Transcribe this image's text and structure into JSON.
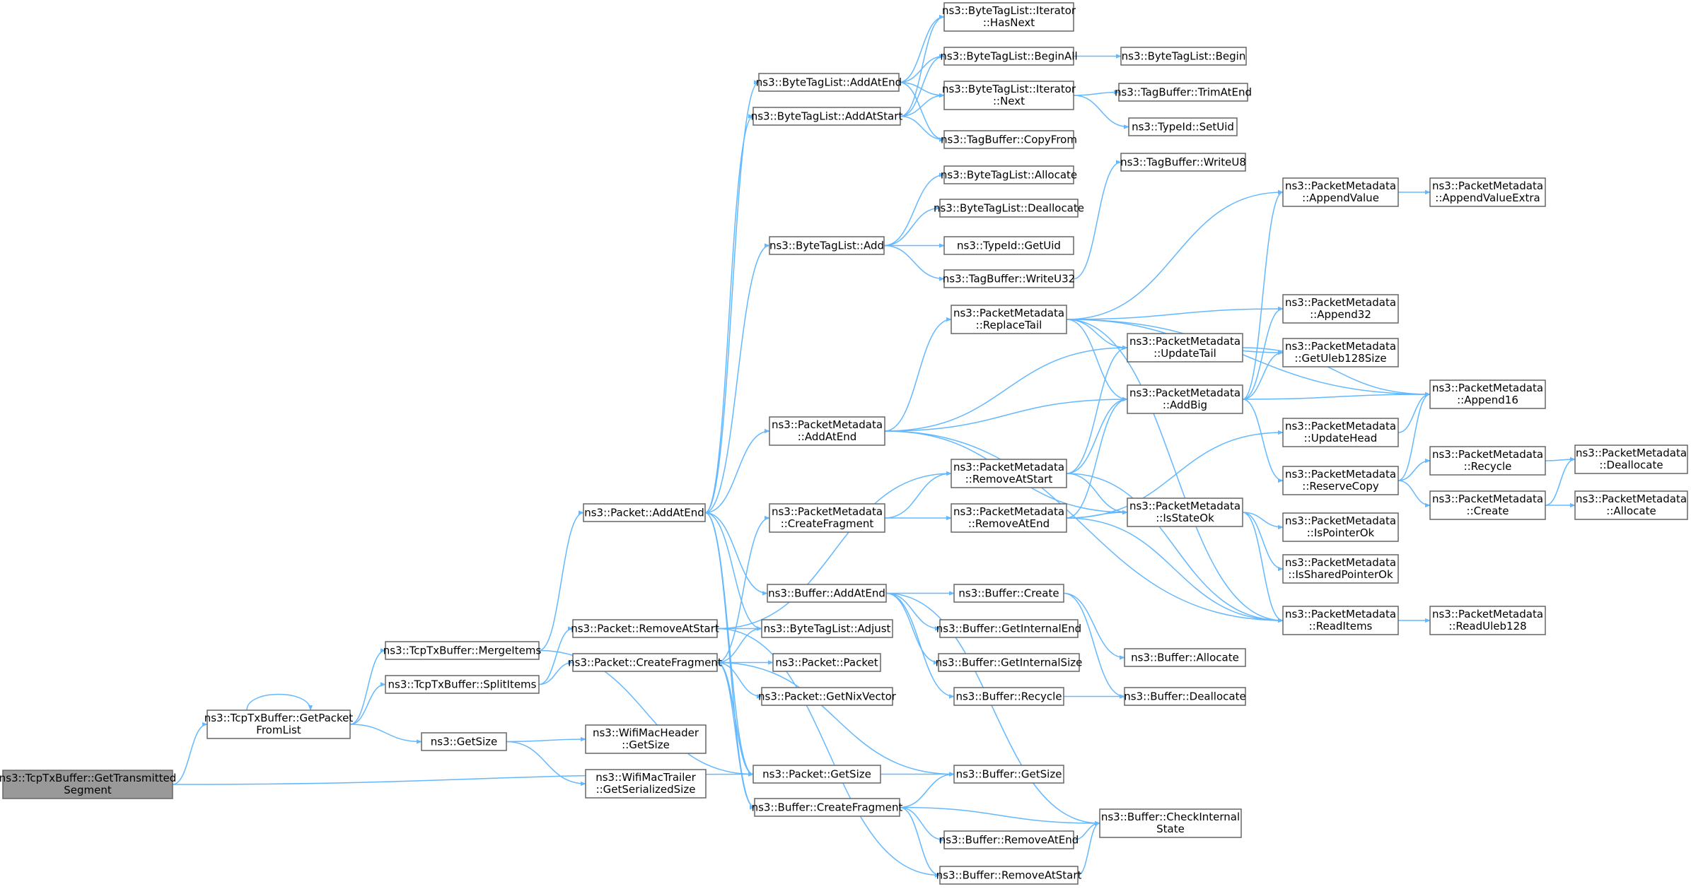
{
  "diagram": {
    "type": "call-graph",
    "edge_color": "#63b8ff",
    "root_fill": "#999999",
    "nodes": [
      {
        "id": "root",
        "lines": [
          "ns3::TcpTxBuffer::GetTransmitted",
          "Segment"
        ]
      },
      {
        "id": "gpfl",
        "lines": [
          "ns3::TcpTxBuffer::GetPacket",
          "FromList"
        ]
      },
      {
        "id": "psize",
        "lines": [
          "ns3::Packet::GetSize"
        ]
      },
      {
        "id": "merge",
        "lines": [
          "ns3::TcpTxBuffer::MergeItems"
        ]
      },
      {
        "id": "split",
        "lines": [
          "ns3::TcpTxBuffer::SplitItems"
        ]
      },
      {
        "id": "getsize",
        "lines": [
          "ns3::GetSize"
        ]
      },
      {
        "id": "addatend",
        "lines": [
          "ns3::Packet::AddAtEnd"
        ]
      },
      {
        "id": "removeatstart",
        "lines": [
          "ns3::Packet::RemoveAtStart"
        ]
      },
      {
        "id": "createfrag",
        "lines": [
          "ns3::Packet::CreateFragment"
        ]
      },
      {
        "id": "wmh",
        "lines": [
          "ns3::WifiMacHeader",
          "::GetSize"
        ]
      },
      {
        "id": "wmt",
        "lines": [
          "ns3::WifiMacTrailer",
          "::GetSerializedSize"
        ]
      },
      {
        "id": "btl_addatend",
        "lines": [
          "ns3::ByteTagList::AddAtEnd"
        ]
      },
      {
        "id": "btl_addatstart",
        "lines": [
          "ns3::ByteTagList::AddAtStart"
        ]
      },
      {
        "id": "btl_add",
        "lines": [
          "ns3::ByteTagList::Add"
        ]
      },
      {
        "id": "pm_addatend",
        "lines": [
          "ns3::PacketMetadata",
          "::AddAtEnd"
        ]
      },
      {
        "id": "pm_createfrag",
        "lines": [
          "ns3::PacketMetadata",
          "::CreateFragment"
        ]
      },
      {
        "id": "buf_addatend",
        "lines": [
          "ns3::Buffer::AddAtEnd"
        ]
      },
      {
        "id": "btl_adjust",
        "lines": [
          "ns3::ByteTagList::Adjust"
        ]
      },
      {
        "id": "packet",
        "lines": [
          "ns3::Packet::Packet"
        ]
      },
      {
        "id": "getnix",
        "lines": [
          "ns3::Packet::GetNixVector"
        ]
      },
      {
        "id": "buf_createfrag",
        "lines": [
          "ns3::Buffer::CreateFragment"
        ]
      },
      {
        "id": "hasnext",
        "lines": [
          "ns3::ByteTagList::Iterator",
          "::HasNext"
        ]
      },
      {
        "id": "beginall",
        "lines": [
          "ns3::ByteTagList::BeginAll"
        ]
      },
      {
        "id": "iter_next",
        "lines": [
          "ns3::ByteTagList::Iterator",
          "::Next"
        ]
      },
      {
        "id": "copyfrom",
        "lines": [
          "ns3::TagBuffer::CopyFrom"
        ]
      },
      {
        "id": "btl_allocate",
        "lines": [
          "ns3::ByteTagList::Allocate"
        ]
      },
      {
        "id": "btl_deallocate",
        "lines": [
          "ns3::ByteTagList::Deallocate"
        ]
      },
      {
        "id": "typeid_getuid",
        "lines": [
          "ns3::TypeId::GetUid"
        ]
      },
      {
        "id": "writeu32",
        "lines": [
          "ns3::TagBuffer::WriteU32"
        ]
      },
      {
        "id": "replacetail",
        "lines": [
          "ns3::PacketMetadata",
          "::ReplaceTail"
        ]
      },
      {
        "id": "pm_removeatstart",
        "lines": [
          "ns3::PacketMetadata",
          "::RemoveAtStart"
        ]
      },
      {
        "id": "pm_removeatend",
        "lines": [
          "ns3::PacketMetadata",
          "::RemoveAtEnd"
        ]
      },
      {
        "id": "buf_create",
        "lines": [
          "ns3::Buffer::Create"
        ]
      },
      {
        "id": "buf_getinternalend",
        "lines": [
          "ns3::Buffer::GetInternalEnd"
        ]
      },
      {
        "id": "buf_getinternalsize",
        "lines": [
          "ns3::Buffer::GetInternalSize"
        ]
      },
      {
        "id": "buf_recycle",
        "lines": [
          "ns3::Buffer::Recycle"
        ]
      },
      {
        "id": "buf_getsize",
        "lines": [
          "ns3::Buffer::GetSize"
        ]
      },
      {
        "id": "buf_removeatend",
        "lines": [
          "ns3::Buffer::RemoveAtEnd"
        ]
      },
      {
        "id": "buf_removeatstart",
        "lines": [
          "ns3::Buffer::RemoveAtStart"
        ]
      },
      {
        "id": "btl_begin",
        "lines": [
          "ns3::ByteTagList::Begin"
        ]
      },
      {
        "id": "trimatend",
        "lines": [
          "ns3::TagBuffer::TrimAtEnd"
        ]
      },
      {
        "id": "setuid",
        "lines": [
          "ns3::TypeId::SetUid"
        ]
      },
      {
        "id": "writeu8",
        "lines": [
          "ns3::TagBuffer::WriteU8"
        ]
      },
      {
        "id": "updatetail",
        "lines": [
          "ns3::PacketMetadata",
          "::UpdateTail"
        ]
      },
      {
        "id": "addbig",
        "lines": [
          "ns3::PacketMetadata",
          "::AddBig"
        ]
      },
      {
        "id": "isstateok",
        "lines": [
          "ns3::PacketMetadata",
          "::IsStateOk"
        ]
      },
      {
        "id": "buf_allocate",
        "lines": [
          "ns3::Buffer::Allocate"
        ]
      },
      {
        "id": "buf_deallocate",
        "lines": [
          "ns3::Buffer::Deallocate"
        ]
      },
      {
        "id": "checkinternal",
        "lines": [
          "ns3::Buffer::CheckInternal",
          "State"
        ]
      },
      {
        "id": "appendvalue",
        "lines": [
          "ns3::PacketMetadata",
          "::AppendValue"
        ]
      },
      {
        "id": "append32",
        "lines": [
          "ns3::PacketMetadata",
          "::Append32"
        ]
      },
      {
        "id": "getuleb",
        "lines": [
          "ns3::PacketMetadata",
          "::GetUleb128Size"
        ]
      },
      {
        "id": "updatehead",
        "lines": [
          "ns3::PacketMetadata",
          "::UpdateHead"
        ]
      },
      {
        "id": "reservecopy",
        "lines": [
          "ns3::PacketMetadata",
          "::ReserveCopy"
        ]
      },
      {
        "id": "ispointerok",
        "lines": [
          "ns3::PacketMetadata",
          "::IsPointerOk"
        ]
      },
      {
        "id": "issharedpointerok",
        "lines": [
          "ns3::PacketMetadata",
          "::IsSharedPointerOk"
        ]
      },
      {
        "id": "readitems",
        "lines": [
          "ns3::PacketMetadata",
          "::ReadItems"
        ]
      },
      {
        "id": "appendvalueextra",
        "lines": [
          "ns3::PacketMetadata",
          "::AppendValueExtra"
        ]
      },
      {
        "id": "append16",
        "lines": [
          "ns3::PacketMetadata",
          "::Append16"
        ]
      },
      {
        "id": "pm_recycle",
        "lines": [
          "ns3::PacketMetadata",
          "::Recycle"
        ]
      },
      {
        "id": "pm_create",
        "lines": [
          "ns3::PacketMetadata",
          "::Create"
        ]
      },
      {
        "id": "readuleb",
        "lines": [
          "ns3::PacketMetadata",
          "::ReadUleb128"
        ]
      },
      {
        "id": "pm_deallocate",
        "lines": [
          "ns3::PacketMetadata",
          "::Deallocate"
        ]
      },
      {
        "id": "pm_allocate",
        "lines": [
          "ns3::PacketMetadata",
          "::Allocate"
        ]
      }
    ],
    "edges": [
      [
        "root",
        "gpfl"
      ],
      [
        "root",
        "psize"
      ],
      [
        "gpfl",
        "gpfl"
      ],
      [
        "gpfl",
        "merge"
      ],
      [
        "gpfl",
        "split"
      ],
      [
        "gpfl",
        "getsize"
      ],
      [
        "merge",
        "addatend"
      ],
      [
        "merge",
        "psize"
      ],
      [
        "split",
        "removeatstart"
      ],
      [
        "split",
        "createfrag"
      ],
      [
        "getsize",
        "wmh"
      ],
      [
        "getsize",
        "wmt"
      ],
      [
        "addatend",
        "btl_addatend"
      ],
      [
        "addatend",
        "btl_addatstart"
      ],
      [
        "addatend",
        "btl_add"
      ],
      [
        "addatend",
        "pm_addatend"
      ],
      [
        "addatend",
        "buf_addatend"
      ],
      [
        "addatend",
        "btl_adjust"
      ],
      [
        "addatend",
        "psize"
      ],
      [
        "addatend",
        "buf_createfrag"
      ],
      [
        "removeatstart",
        "btl_adjust"
      ],
      [
        "removeatstart",
        "pm_removeatstart"
      ],
      [
        "removeatstart",
        "buf_removeatstart"
      ],
      [
        "createfrag",
        "btl_adjust"
      ],
      [
        "createfrag",
        "pm_createfrag"
      ],
      [
        "createfrag",
        "packet"
      ],
      [
        "createfrag",
        "getnix"
      ],
      [
        "createfrag",
        "buf_createfrag"
      ],
      [
        "createfrag",
        "psize"
      ],
      [
        "createfrag",
        "buf_getsize"
      ],
      [
        "btl_addatend",
        "hasnext"
      ],
      [
        "btl_addatend",
        "beginall"
      ],
      [
        "btl_addatend",
        "iter_next"
      ],
      [
        "btl_addatend",
        "copyfrom"
      ],
      [
        "btl_addatstart",
        "hasnext"
      ],
      [
        "btl_addatstart",
        "beginall"
      ],
      [
        "btl_addatstart",
        "iter_next"
      ],
      [
        "btl_addatstart",
        "copyfrom"
      ],
      [
        "beginall",
        "btl_begin"
      ],
      [
        "iter_next",
        "trimatend"
      ],
      [
        "iter_next",
        "setuid"
      ],
      [
        "btl_add",
        "btl_allocate"
      ],
      [
        "btl_add",
        "btl_deallocate"
      ],
      [
        "btl_add",
        "typeid_getuid"
      ],
      [
        "btl_add",
        "writeu32"
      ],
      [
        "writeu32",
        "writeu8"
      ],
      [
        "pm_addatend",
        "replacetail"
      ],
      [
        "pm_addatend",
        "updatetail"
      ],
      [
        "pm_addatend",
        "addbig"
      ],
      [
        "pm_addatend",
        "isstateok"
      ],
      [
        "pm_addatend",
        "readitems"
      ],
      [
        "pm_createfrag",
        "pm_removeatstart"
      ],
      [
        "pm_createfrag",
        "pm_removeatend"
      ],
      [
        "replacetail",
        "appendvalue"
      ],
      [
        "replacetail",
        "append16"
      ],
      [
        "replacetail",
        "append32"
      ],
      [
        "replacetail",
        "getuleb"
      ],
      [
        "replacetail",
        "updatetail"
      ],
      [
        "replacetail",
        "addbig"
      ],
      [
        "replacetail",
        "readitems"
      ],
      [
        "pm_removeatstart",
        "updatetail"
      ],
      [
        "pm_removeatstart",
        "addbig"
      ],
      [
        "pm_removeatstart",
        "isstateok"
      ],
      [
        "pm_removeatstart",
        "readitems"
      ],
      [
        "pm_removeatend",
        "addbig"
      ],
      [
        "pm_removeatend",
        "updatehead"
      ],
      [
        "pm_removeatend",
        "isstateok"
      ],
      [
        "pm_removeatend",
        "readitems"
      ],
      [
        "updatetail",
        "append16"
      ],
      [
        "addbig",
        "appendvalue"
      ],
      [
        "addbig",
        "append32"
      ],
      [
        "addbig",
        "getuleb"
      ],
      [
        "addbig",
        "append16"
      ],
      [
        "addbig",
        "reservecopy"
      ],
      [
        "isstateok",
        "ispointerok"
      ],
      [
        "isstateok",
        "issharedpointerok"
      ],
      [
        "isstateok",
        "readitems"
      ],
      [
        "appendvalue",
        "appendvalueextra"
      ],
      [
        "updatehead",
        "append16"
      ],
      [
        "reservecopy",
        "append16"
      ],
      [
        "reservecopy",
        "pm_recycle"
      ],
      [
        "reservecopy",
        "pm_create"
      ],
      [
        "pm_recycle",
        "pm_deallocate"
      ],
      [
        "pm_create",
        "pm_deallocate"
      ],
      [
        "pm_create",
        "pm_allocate"
      ],
      [
        "readitems",
        "readuleb"
      ],
      [
        "buf_addatend",
        "buf_create"
      ],
      [
        "buf_addatend",
        "buf_getinternalend"
      ],
      [
        "buf_addatend",
        "buf_getinternalsize"
      ],
      [
        "buf_addatend",
        "buf_recycle"
      ],
      [
        "buf_addatend",
        "checkinternal"
      ],
      [
        "buf_create",
        "buf_allocate"
      ],
      [
        "buf_create",
        "buf_deallocate"
      ],
      [
        "buf_recycle",
        "buf_deallocate"
      ],
      [
        "psize",
        "buf_getsize"
      ],
      [
        "buf_createfrag",
        "buf_getsize"
      ],
      [
        "buf_createfrag",
        "checkinternal"
      ],
      [
        "buf_createfrag",
        "buf_removeatend"
      ],
      [
        "buf_createfrag",
        "buf_removeatstart"
      ],
      [
        "buf_removeatend",
        "checkinternal"
      ],
      [
        "buf_removeatstart",
        "checkinternal"
      ]
    ]
  }
}
